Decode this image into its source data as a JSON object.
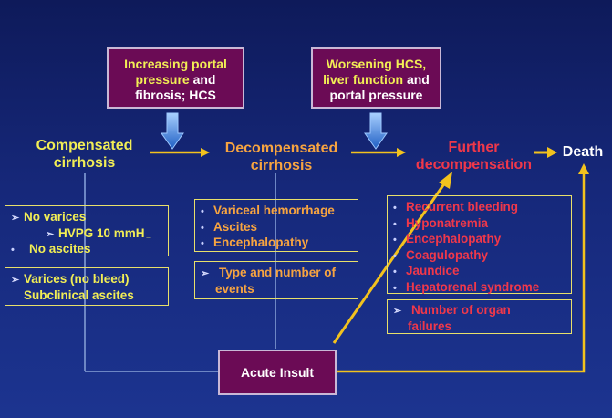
{
  "top_boxes": {
    "left": {
      "line1": "Increasing portal",
      "line2a": "pressure",
      "line2b": " and",
      "line3a": "fibrosis;",
      "line3b": "  HCS"
    },
    "right": {
      "line1": "Worsening HCS,",
      "line2a": "liver function",
      "line2b": " and",
      "line3": "portal pressure"
    }
  },
  "stages": {
    "compensated": {
      "line1": "Compensated",
      "line2": "cirrhosis"
    },
    "decompensated": {
      "line1": "Decompensated",
      "line2": "cirrhosis"
    },
    "further": {
      "line1": "Further",
      "line2": "decompensation"
    },
    "death": "Death"
  },
  "compensated_box1": {
    "item1": "No varices",
    "item2": "HVPG 10 mmH",
    "item2_suffix": "_",
    "item3": "No ascites"
  },
  "compensated_box2": {
    "item1": "Varices (no bleed)",
    "item2": "Subclinical ascites"
  },
  "decompensated_box1": {
    "items": [
      "Variceal hemorrhage",
      "Ascites",
      "Encephalopathy"
    ]
  },
  "decompensated_box2": {
    "line1": "Type and number of",
    "line2": "events"
  },
  "further_box1": {
    "items": [
      "Recurrent  bleeding",
      "Hyponatremia",
      "Encephalopathy",
      "Coagulopathy",
      "Jaundice",
      "Hepatorenal syndrome"
    ]
  },
  "further_box2": {
    "line1": "Number of organ",
    "line2": "failures"
  },
  "acute_insult": "Acute Insult",
  "colors": {
    "background": "#14246f",
    "yellow": "#f2ee55",
    "orange": "#f7a440",
    "red": "#f0384a",
    "purple_box": "#6b0b55",
    "arrow_blue": "#3b7fd4",
    "connector_gray": "#6d86c4"
  },
  "icons": {
    "bullet": "bullet-dot",
    "pointer": "arrowhead-bullet"
  }
}
